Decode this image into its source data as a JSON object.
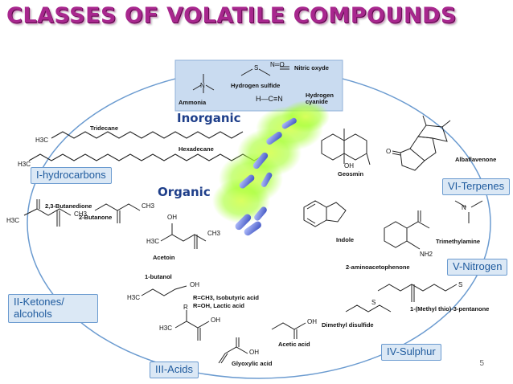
{
  "title": "CLASSES OF VOLATILE COMPOUNDS",
  "headings": {
    "inorganic": "Inorganic",
    "organic": "Organic"
  },
  "classes": {
    "hydrocarbons": "I-hydrocarbons",
    "ketones": "II-Ketones/ alcohols",
    "acids": "III-Acids",
    "sulphur": "IV-Sulphur",
    "nitrogen": "V-Nitrogen",
    "terpenes": "VI-Terpenes"
  },
  "compounds": {
    "ammonia": "Ammonia",
    "hydrogen_sulfide": "Hydrogen sulfide",
    "nitric_oxyde": "Nitric oxyde",
    "hydrogen_cyanide": "Hydrogen cyanide",
    "tridecane": "Tridecane",
    "hexadecane": "Hexadecane",
    "butanedione": "2,3-Butanedione",
    "butanone": "2-Butanone",
    "acetoin": "Acetoin",
    "butanol": "1-butanol",
    "isobutyric": "R=CH3, Isobutyric acid",
    "lactic": "R=OH, Lactic acid",
    "acetic": "Acetic acid",
    "glyoxylic": "Glyoxylic acid",
    "geosmin": "Geosmin",
    "albaflavenone": "Albaflavenone",
    "indole": "Indole",
    "aminoacetophenone": "2-aminoacetophenone",
    "trimethylamine": "Trimethylamine",
    "dimethyl_disulfide": "Dimethyl disulfide",
    "methylthio_pentanone": "1-(Methyl thio)-3-pentanone"
  },
  "atoms": {
    "h3c": "H3C",
    "ch3": "CH3",
    "oh": "OH",
    "o": "O",
    "nh2": "NH2",
    "n": "N",
    "s": "S",
    "h": "H",
    "r": "R",
    "hcn": "H—C≡N",
    "no": "N═O"
  },
  "page_number": "5",
  "colors": {
    "title": "#a8278e",
    "accent": "#1f5b9e",
    "panel": "#dbe8f5",
    "glow": "#a6ff2e",
    "capsule": "#5b6fd8"
  }
}
